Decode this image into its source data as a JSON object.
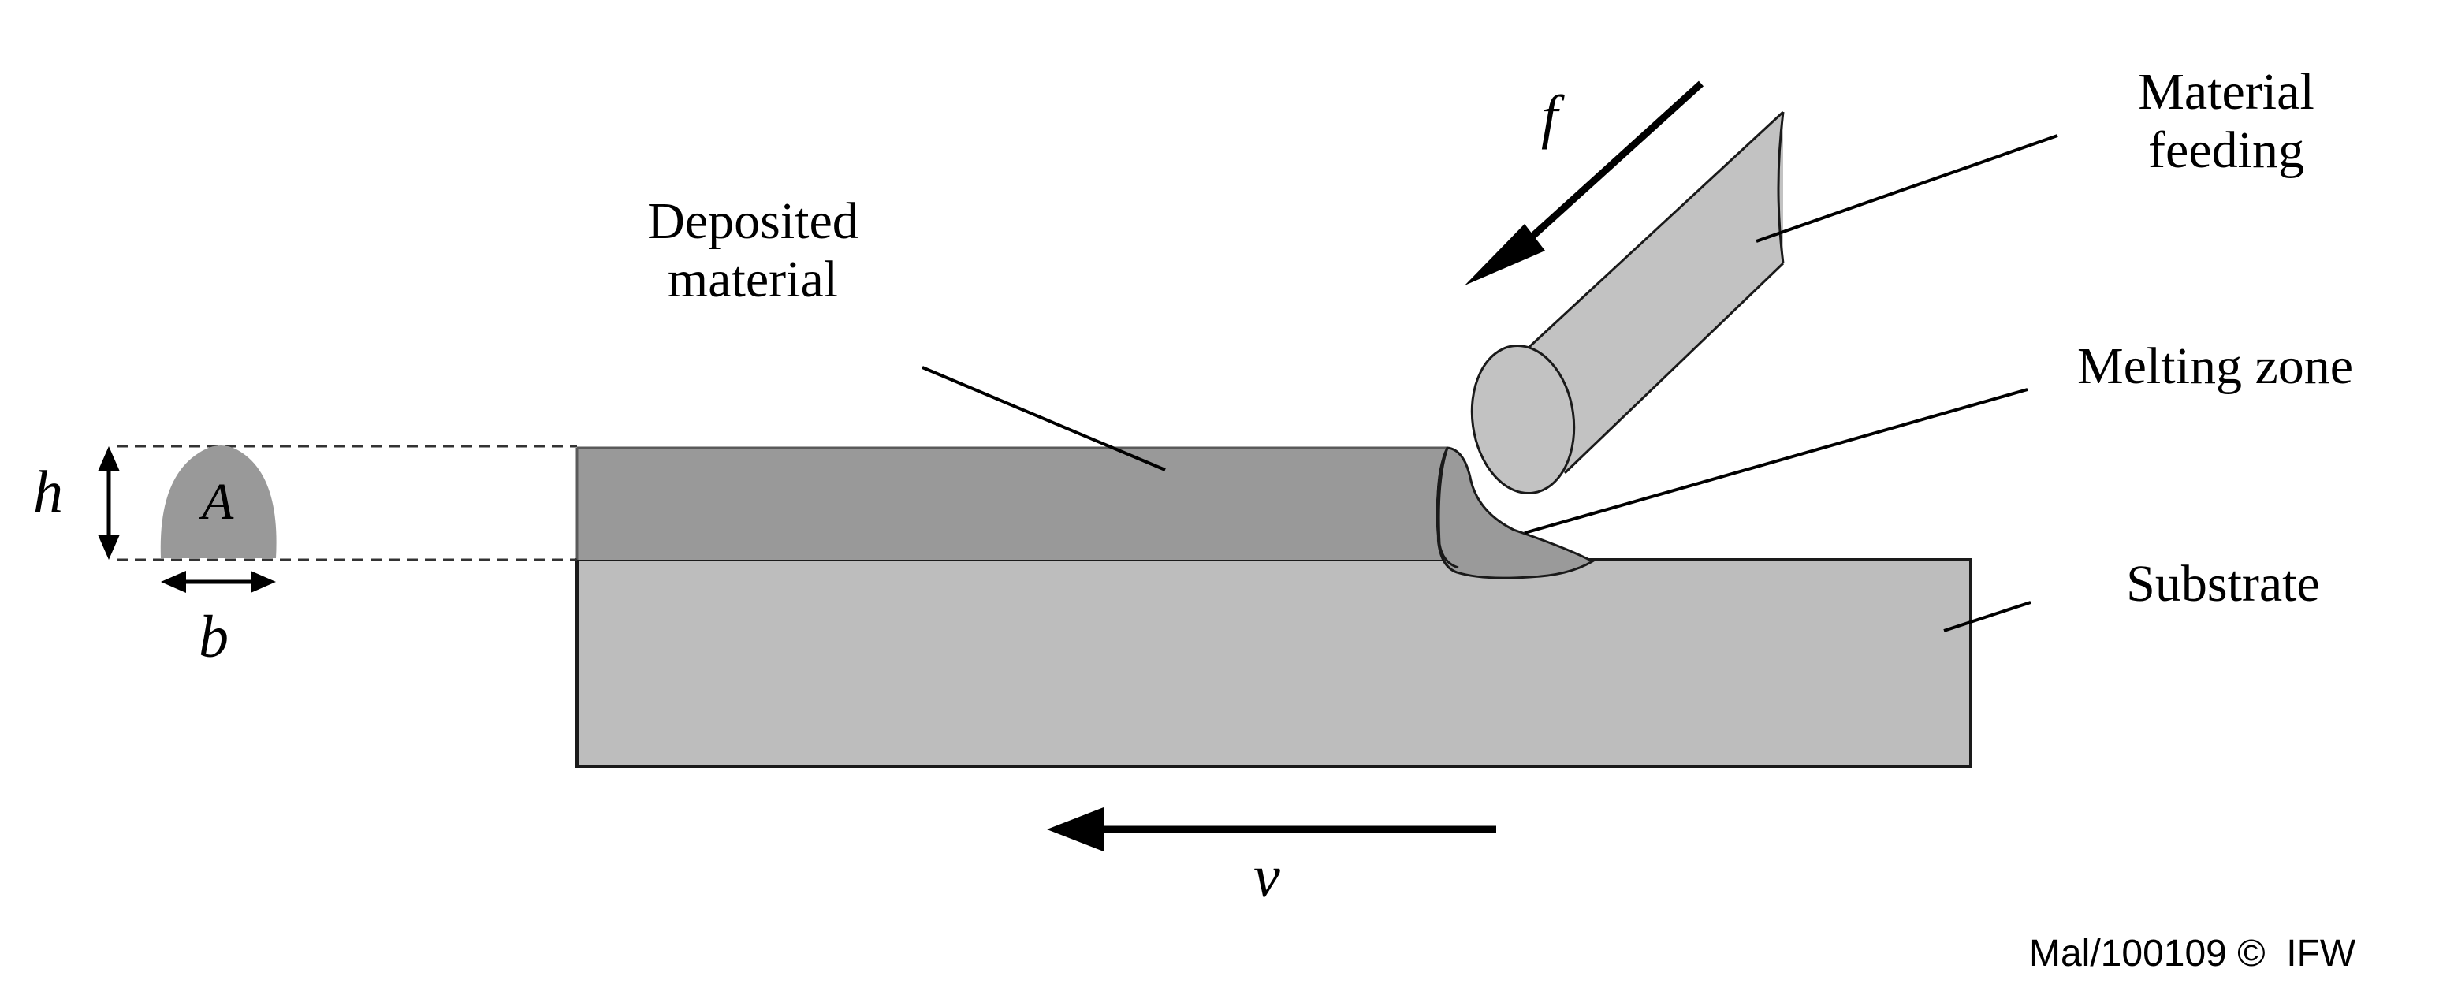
{
  "labels": {
    "material_feeding": "Material\nfeeding",
    "deposited_material": "Deposited\nmaterial",
    "melting_zone": "Melting zone",
    "substrate": "Substrate"
  },
  "variables": {
    "feed_rate": "f",
    "velocity": "v",
    "height": "h",
    "width": "b",
    "area": "A"
  },
  "credit": "Mal/100109 ©  IFW",
  "colors": {
    "substrate": "#bdbdbd",
    "deposited_material": "#999999",
    "wire": "#c2c2c2",
    "outline": "#1a1a1a"
  }
}
